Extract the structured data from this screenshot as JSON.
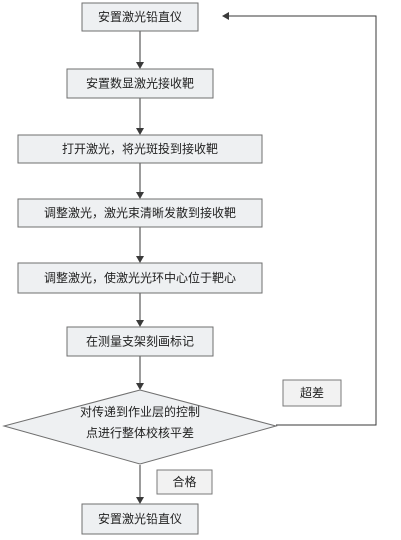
{
  "steps": [
    "安置激光铅直仪",
    "安置数显激光接收靶",
    "打开激光，将光斑投到接收靶",
    "调整激光，激光束清晰发散到接收靶",
    "调整激光，使激光光环中心位于靶心",
    "在测量支架刻画标记"
  ],
  "decision": {
    "line1": "对传递到作业层的控制",
    "line2": "点进行整体校核平差"
  },
  "labels": {
    "fail": "超差",
    "pass": "合格"
  },
  "final_step": "安置激光铅直仪"
}
